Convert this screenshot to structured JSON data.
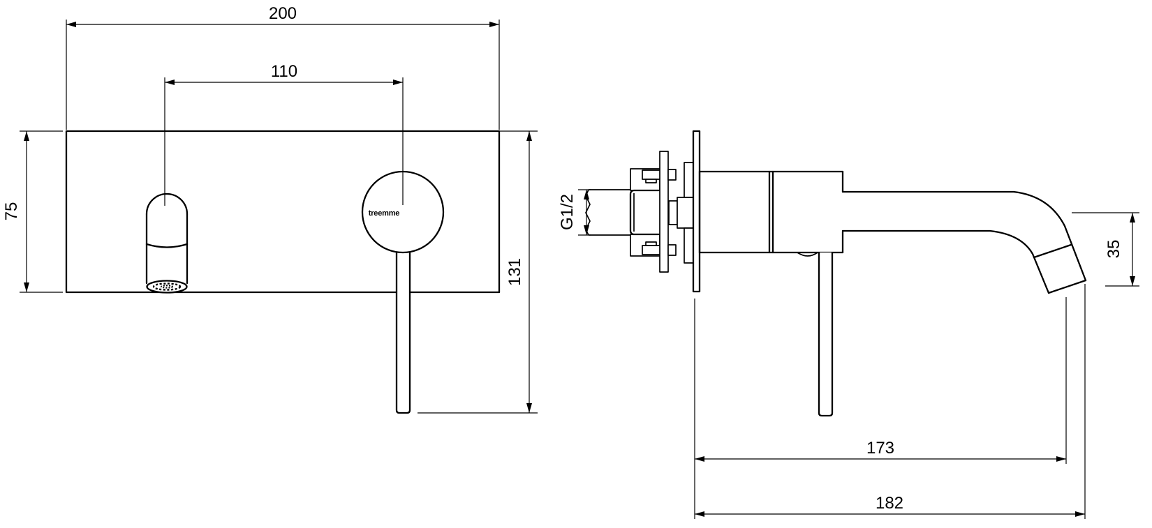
{
  "logo": {
    "brand": "treemme"
  },
  "dims": {
    "front_width": "200",
    "front_spout_to_handle": "110",
    "front_plate_height": "75",
    "front_handle_drop": "131",
    "side_thread": "G1/2",
    "side_spout_drop": "35",
    "side_reach_aerator": "173",
    "side_reach_overall": "182"
  },
  "colors": {
    "line": "#000000",
    "background": "#ffffff"
  }
}
